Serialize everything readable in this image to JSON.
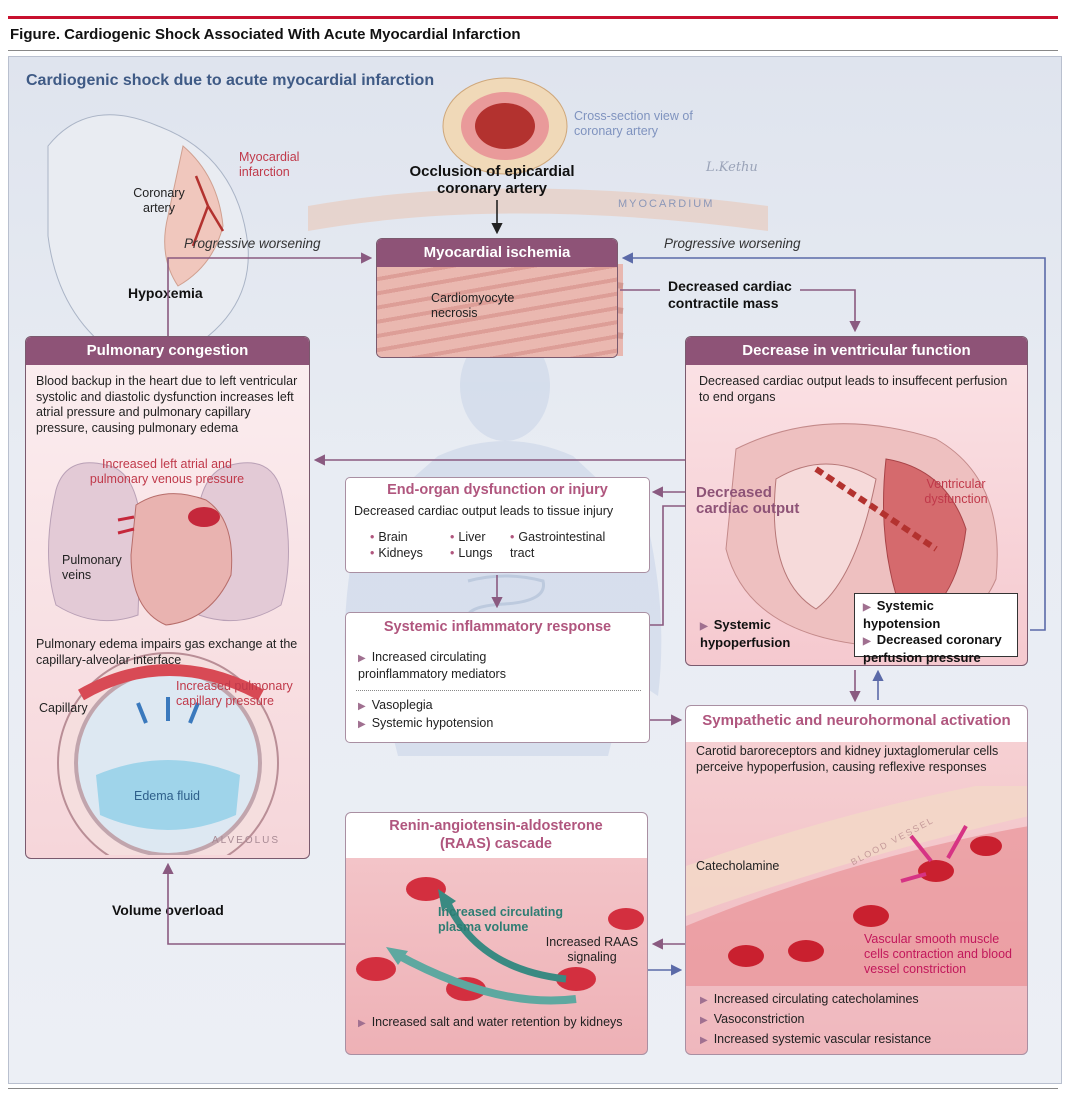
{
  "figure_title": "Figure. Cardiogenic Shock Associated With Acute Myocardial Infarction",
  "main_title": "Cardiogenic shock due to acute myocardial infarction",
  "labels": {
    "myocardial_infarction": "Myocardial infarction",
    "coronary_artery": "Coronary artery",
    "cross_section": "Cross-section view of coronary artery",
    "occlusion": "Occlusion of epicardial coronary artery",
    "myocardium": "MYOCARDIUM",
    "signature": "L.Kethu",
    "progressive_left": "Progressive worsening",
    "progressive_right": "Progressive worsening",
    "hypoxemia": "Hypoxemia",
    "cardiomyocyte_necrosis": "Cardiomyocyte necrosis",
    "decreased_contractile": "Decreased cardiac contractile mass",
    "volume_overload": "Volume overload"
  },
  "ischemia": {
    "title": "Myocardial ischemia"
  },
  "pulmonary": {
    "title": "Pulmonary congestion",
    "text1": "Blood backup in the heart due to left ventricular systolic and diastolic dysfunction increases left atrial pressure and pulmonary capillary pressure, causing pulmonary edema",
    "lap": "Increased left atrial and pulmonary venous pressure",
    "veins": "Pulmonary veins",
    "text2": "Pulmonary edema impairs gas exchange at the capillary-alveolar interface",
    "capillary": "Capillary",
    "cap_pressure": "Increased pulmonary capillary pressure",
    "edema": "Edema fluid",
    "alveolus": "ALVEOLUS"
  },
  "ventricular": {
    "title": "Decrease in ventricular function",
    "text": "Decreased cardiac output leads to insuffecent perfusion to end organs",
    "dco": "Decreased cardiac output",
    "dysfunction": "Ventricular dysfunction",
    "hypoperfusion": "Systemic hypoperfusion",
    "sys_hypo": "Systemic hypotension",
    "coronary_perf": "Decreased coronary perfusion pressure"
  },
  "endorgan": {
    "title": "End-organ dysfunction or injury",
    "text": "Decreased cardiac output leads to tissue injury",
    "organs": [
      "Brain",
      "Kidneys",
      "Liver",
      "Lungs",
      "Gastrointestinal tract"
    ]
  },
  "inflammatory": {
    "title": "Systemic inflammatory response",
    "items": [
      "Increased circulating proinflammatory mediators",
      "Vasoplegia",
      "Systemic hypotension"
    ]
  },
  "sympathetic": {
    "title": "Sympathetic and neurohormonal activation",
    "text": "Carotid baroreceptors and kidney juxtaglomerular cells perceive hypoperfusion, causing reflexive responses",
    "blood_vessel": "BLOOD VESSEL",
    "catecholamine": "Catecholamine",
    "vsm": "Vascular smooth muscle cells contraction and blood vessel constriction",
    "items": [
      "Increased circulating catecholamines",
      "Vasoconstriction",
      "Increased systemic vascular resistance"
    ]
  },
  "raas": {
    "title": "Renin-angiotensin-aldosterone (RAAS) cascade",
    "plasma": "Increased circulating plasma volume",
    "signaling": "Increased RAAS signaling",
    "item": "Increased salt and water retention by kidneys"
  },
  "colors": {
    "accent_red": "#c8102e",
    "box_header": "#8e5377",
    "arrow_purple": "#8a5a80",
    "arrow_blue": "#5b6aa8"
  }
}
